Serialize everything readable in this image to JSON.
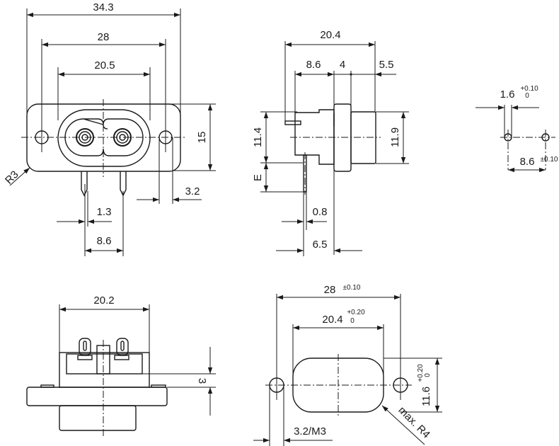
{
  "drawing": {
    "colors": {
      "line": "#1a1a1a",
      "background": "#ffffff"
    },
    "front_view": {
      "overall_width": "34.3",
      "hole_spacing": "28",
      "socket_width": "20.5",
      "height": "15",
      "corner_radius": "R3",
      "hole_diameter": "3.2",
      "pin_thickness": "1.3",
      "pin_spacing": "8.6"
    },
    "side_view": {
      "overall_depth": "20.4",
      "rear_depth": "8.6",
      "flange_thickness": "4",
      "front_depth": "5.5",
      "rear_height": "11.4",
      "front_height": "11.9",
      "pin_length": "E",
      "pin_thickness": "0.8",
      "pin_offset": "6.5"
    },
    "pcb_layout": {
      "hole_diameter": "1.6",
      "hole_diameter_tol_upper": "+0.10",
      "hole_diameter_tol_lower": "0",
      "hole_spacing": "8.6",
      "hole_spacing_tol": "±0.10"
    },
    "rear_view": {
      "body_width": "20.2",
      "step_height": "3"
    },
    "panel_cutout": {
      "hole_spacing": "28",
      "hole_spacing_tol": "±0.10",
      "cutout_width": "20.4",
      "cutout_width_tol_upper": "+0.20",
      "cutout_width_tol_lower": "0",
      "cutout_height": "11.6",
      "cutout_height_tol_upper": "+0.20",
      "cutout_height_tol_lower": "0",
      "mount_hole": "3.2/M3",
      "corner_radius": "max. R4"
    }
  }
}
